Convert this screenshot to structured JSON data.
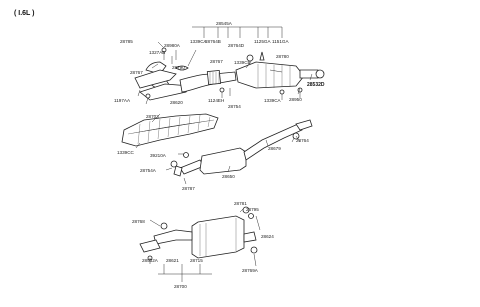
{
  "header": {
    "engine": "( I.6L )"
  },
  "labels": {
    "l28545A": "28545A",
    "l28785": "28785",
    "l1327AB": "1327AB",
    "l28980A": "28980A",
    "l1339CA": "1339CA",
    "l28764B": "28764B",
    "l28764D": "28764D",
    "l28767": "28767",
    "l1125GA": "1125GA",
    "l1151GA": "1151GA",
    "l1339CB": "1339CB",
    "l28790": "28790",
    "l1197AA": "1197AA",
    "l28620": "28620",
    "l1124EH": "1124EH",
    "l28754": "28754",
    "l28780": "28780",
    "l1339CA_r": "1339CA",
    "l28950": "28950",
    "l28532D": "28532D",
    "l28703": "28703",
    "l1339CC": "1339CC",
    "l39210A": "39210A",
    "l28754A": "28754A",
    "l28787": "28787",
    "l28650": "28650",
    "l28679": "28679",
    "l28764": "28764",
    "l28781": "28781",
    "l28795": "28795",
    "l28768": "28768",
    "l28624": "28624",
    "l28532A": "28532A",
    "l28621": "28621",
    "l28715": "28715",
    "l28700": "28700",
    "l28769A": "28769A"
  }
}
